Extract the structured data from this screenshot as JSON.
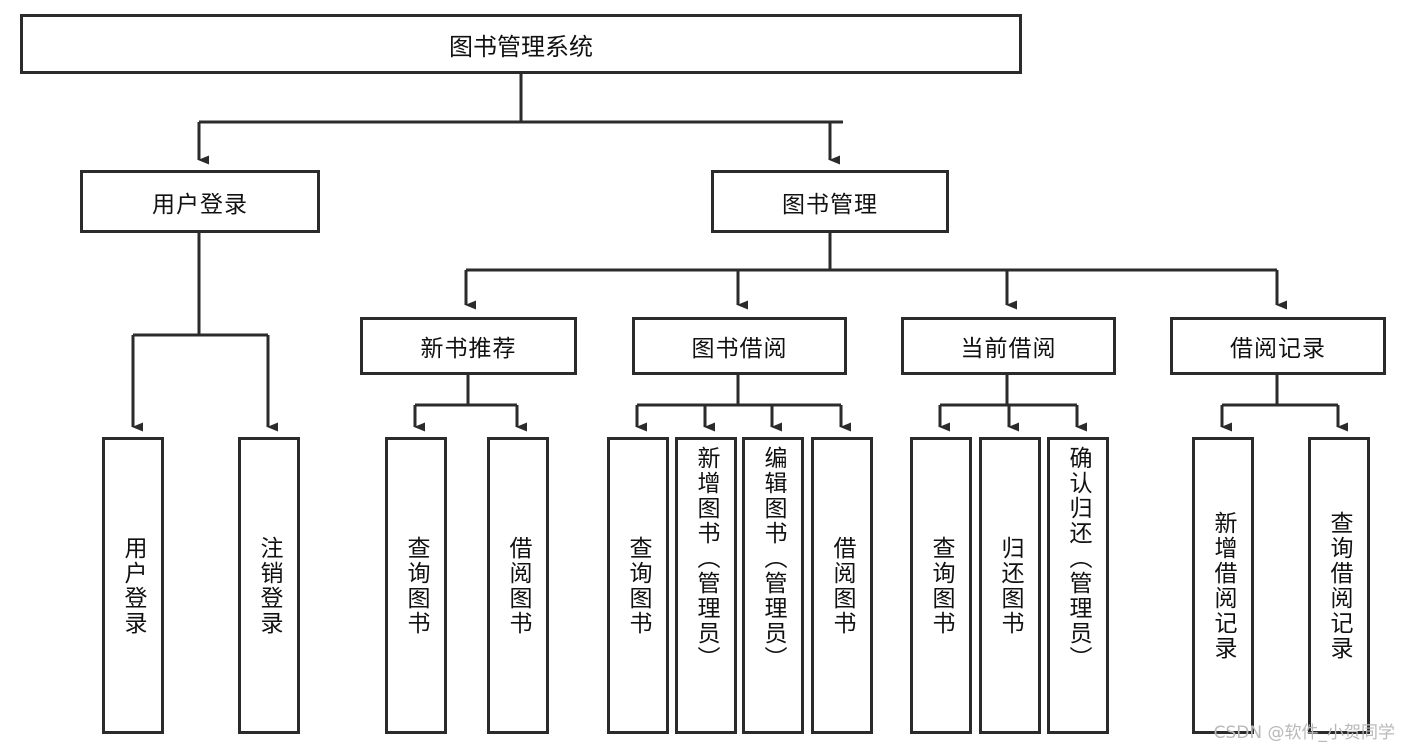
{
  "diagram": {
    "title": "图书管理系统",
    "type": "hierarchy-tree",
    "colors": {
      "stroke": "#2b2b2b",
      "fill": "#ffffff",
      "text": "#111111",
      "watermark": "#b9b9b9"
    },
    "levels": {
      "root": {
        "label": "图书管理系统"
      },
      "level2": [
        {
          "label": "用户登录"
        },
        {
          "label": "图书管理"
        }
      ],
      "level3": [
        {
          "label": "新书推荐"
        },
        {
          "label": "图书借阅"
        },
        {
          "label": "当前借阅"
        },
        {
          "label": "借阅记录"
        }
      ],
      "leaves": {
        "user_login": [
          {
            "label": "用户登录"
          },
          {
            "label": "注销登录"
          }
        ],
        "new_book_recommend": [
          {
            "label": "查询图书"
          },
          {
            "label": "借阅图书"
          }
        ],
        "book_borrow": [
          {
            "label": "查询图书"
          },
          {
            "label": "新增图书（管理员）"
          },
          {
            "label": "编辑图书（管理员）"
          },
          {
            "label": "借阅图书"
          }
        ],
        "current_borrow": [
          {
            "label": "查询图书"
          },
          {
            "label": "归还图书"
          },
          {
            "label": "确认归还（管理员）"
          }
        ],
        "borrow_records": [
          {
            "label": "新增借阅记录"
          },
          {
            "label": "查询借阅记录"
          }
        ]
      }
    }
  },
  "watermark": {
    "text": "CSDN @软件_小贺同学"
  }
}
